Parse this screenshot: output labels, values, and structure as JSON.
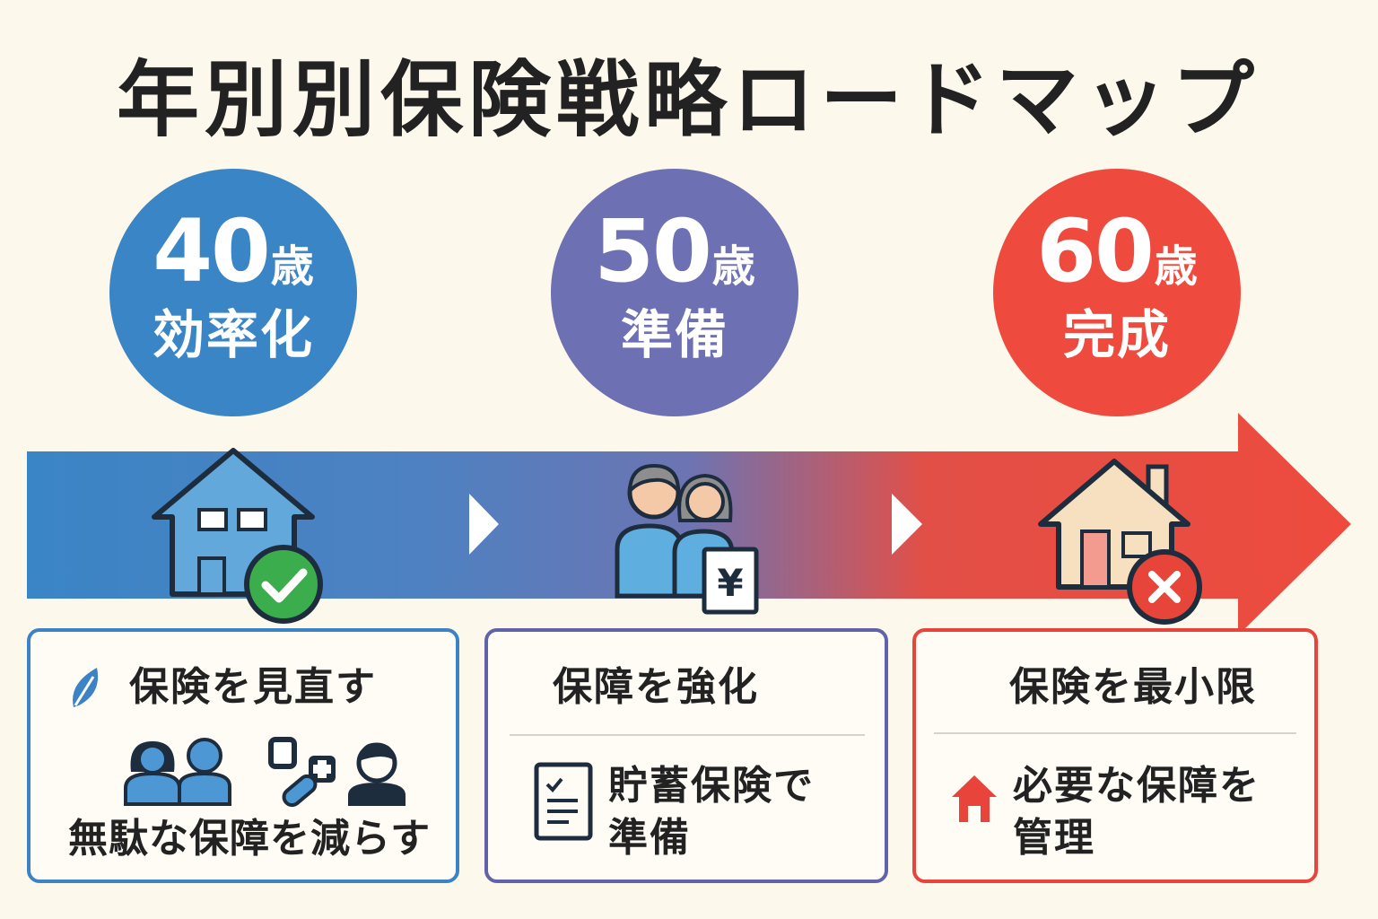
{
  "title": "年別別保険戦略ロードマップ",
  "colors": {
    "blue": "#3a85c6",
    "purple": "#6d70b2",
    "red": "#ee4b3e"
  },
  "stages": [
    {
      "num": "40",
      "unit": "歳",
      "stage": "効率化"
    },
    {
      "num": "50",
      "unit": "歳",
      "stage": "準備"
    },
    {
      "num": "60",
      "unit": "歳",
      "stage": "完成"
    }
  ],
  "panels": [
    {
      "heading": "保険を見直す",
      "detail": "無駄な保障を減らす"
    },
    {
      "heading": "保障を強化",
      "detail_lines": [
        "貯蓄保険で",
        "準備"
      ]
    },
    {
      "heading": "保険を最小限",
      "detail_lines": [
        "必要な保障を",
        "管理"
      ]
    }
  ],
  "icons": {
    "house_check": "house-check-icon",
    "couple_yen": "couple-yen-icon",
    "house_x": "house-x-icon",
    "yen_sign": "¥",
    "leaf": "leaf-icon",
    "people": "people-icon",
    "medical": "medical-icon",
    "document": "document-icon",
    "small_house": "small-house-icon"
  }
}
